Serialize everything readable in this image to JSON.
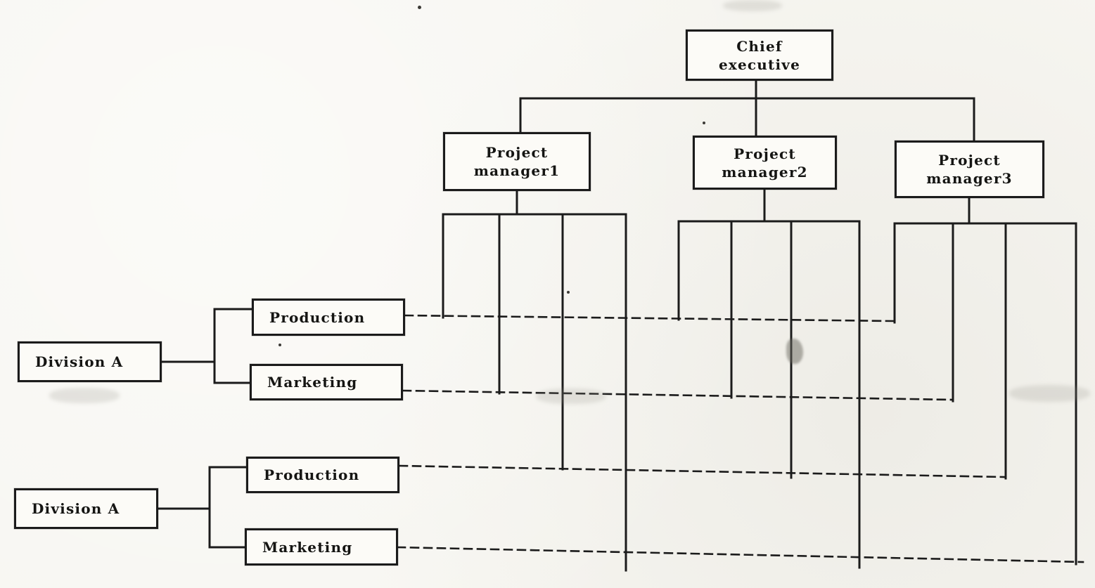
{
  "diagram_type": "matrix-organization-chart",
  "nodes": {
    "chief_executive": {
      "line1": "Chief",
      "line2": "executive"
    },
    "project_manager_1": {
      "line1": "Project",
      "line2": "manager1"
    },
    "project_manager_2": {
      "line1": "Project",
      "line2": "manager2"
    },
    "project_manager_3": {
      "line1": "Project",
      "line2": "manager3"
    },
    "division_a_top": {
      "label": "Division A"
    },
    "division_a_bottom": {
      "label": "Division A"
    },
    "production_top": {
      "label": "Production"
    },
    "marketing_top": {
      "label": "Marketing"
    },
    "production_bottom": {
      "label": "Production"
    },
    "marketing_bottom": {
      "label": "Marketing"
    }
  },
  "colors": {
    "paper": "#f7f6f1",
    "line": "#1b1b1b",
    "box_fill": "#fcfbf7"
  }
}
